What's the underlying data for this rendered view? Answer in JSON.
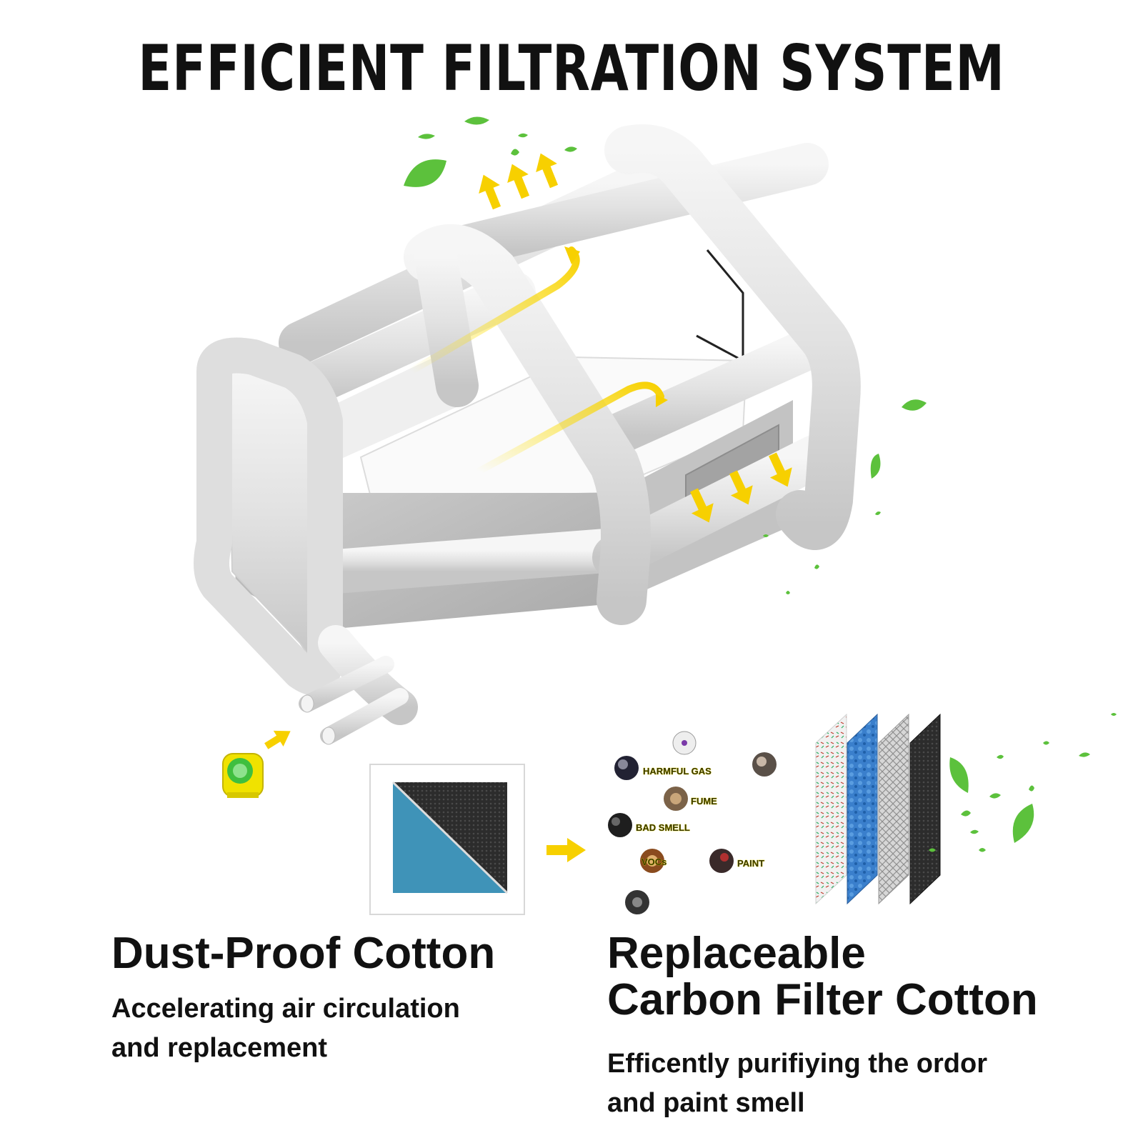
{
  "title": "EFFICIENT FILTRATION SYSTEM",
  "pollutants": {
    "harmful_gas": "HARMFUL GAS",
    "fume": "FUME",
    "bad_smell": "BAD SMELL",
    "vocs": "VOCs",
    "paint": "PAINT"
  },
  "features": [
    {
      "heading": "Dust-Proof Cotton",
      "desc_line1": "Accelerating air circulation",
      "desc_line2": "and replacement"
    },
    {
      "heading_line1": "Replaceable",
      "heading_line2": "Carbon Filter Cotton",
      "desc_line1": "Efficently purifiying the ordor",
      "desc_line2": "and paint smell"
    }
  ],
  "colors": {
    "arrow": "#f7d000",
    "leaf": "#5cc13c",
    "booth": "#e3e3e3",
    "booth_shadow": "#b9b9b9",
    "filter_blue": "#3f93b8",
    "filter_black": "#2a2a2a"
  },
  "icons": [
    "leaf-icon",
    "arrow-icon",
    "blower-icon",
    "pollutant-icon",
    "filter-layer-icon"
  ]
}
